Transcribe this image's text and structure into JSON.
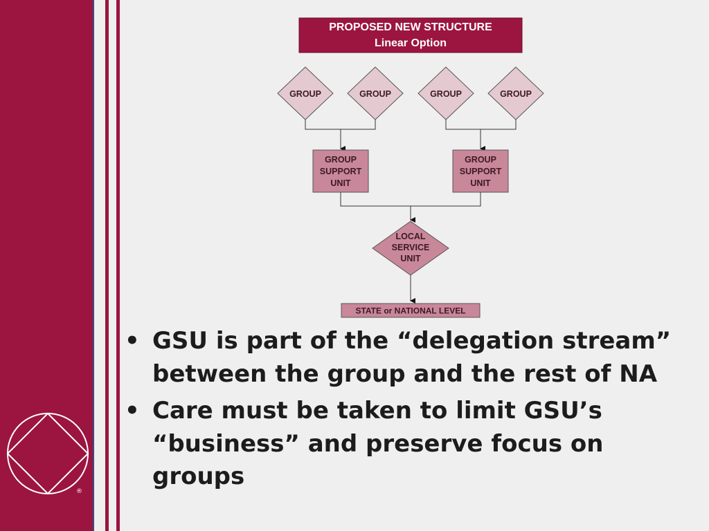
{
  "slide": {
    "diagram": {
      "title_line1": "PROPOSED NEW STRUCTURE",
      "title_line2": "Linear Option",
      "groups": [
        "GROUP",
        "GROUP",
        "GROUP",
        "GROUP"
      ],
      "gsu_left": [
        "GROUP",
        "SUPPORT",
        "UNIT"
      ],
      "gsu_right": [
        "GROUP",
        "SUPPORT",
        "UNIT"
      ],
      "lsu": [
        "LOCAL",
        "SERVICE",
        "UNIT"
      ],
      "state_level": "STATE or NATIONAL LEVEL"
    },
    "bullets": [
      "GSU is part of the “delegation stream” between the group and the rest of NA",
      "Care must be taken to limit GSU’s “business” and preserve focus on groups"
    ],
    "bullet_glyph": "•",
    "logo_mark": "®",
    "colors": {
      "brand": "#9b1540",
      "box_fill": "#c9879a",
      "diamond_fill": "#e4c9d0",
      "sidebar_border": "#3c4d82"
    }
  }
}
